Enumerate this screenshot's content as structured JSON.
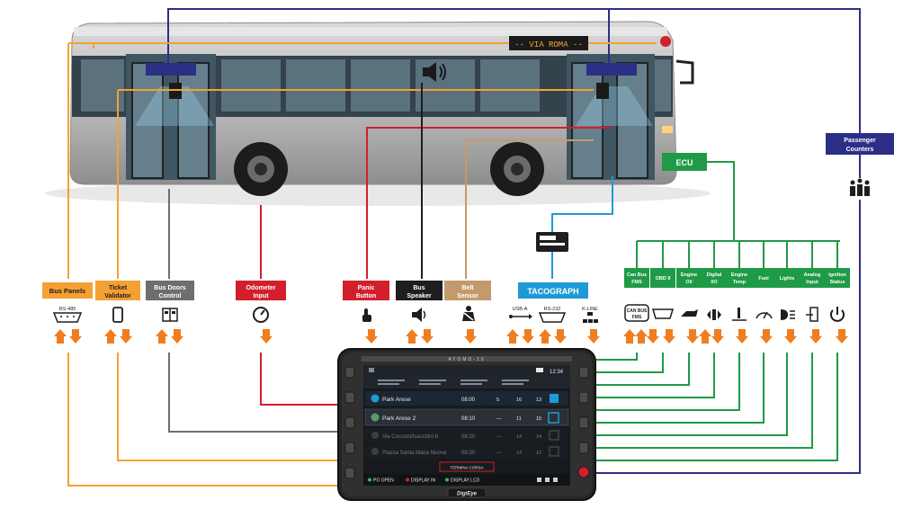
{
  "bus": {
    "destination_sign": "-- VIA ROMA --"
  },
  "labels": {
    "bus_panels": "Bus Panels",
    "ticket_validator": [
      "Ticket",
      "Validator"
    ],
    "bus_doors_control": [
      "Bus Doors",
      "Control"
    ],
    "odometer_input": [
      "Odometer",
      "Input"
    ],
    "panic_button": [
      "Panic",
      "Button"
    ],
    "bus_speaker": [
      "Bus",
      "Speaker"
    ],
    "belt_sensor": [
      "Belt",
      "Sensor"
    ],
    "tacograph": "TACOGRAPH",
    "ecu": "ECU",
    "passenger_counters": [
      "Passenger",
      "Counters"
    ],
    "ecu_items": [
      [
        "Can Bus",
        "FMS"
      ],
      [
        "OBD II"
      ],
      [
        "Engine",
        "Oil"
      ],
      [
        "Digital",
        "I/O"
      ],
      [
        "Engine",
        "Temp"
      ],
      [
        "Fuel"
      ],
      [
        "Lights"
      ],
      [
        "Analog",
        "Input"
      ],
      [
        "Ignition",
        "Status"
      ]
    ]
  },
  "ports": {
    "rs485": "RS-485",
    "usb_a": "USB-A",
    "rs232": "RS-232",
    "kline": "K-LINE",
    "canbus_icon": [
      "CAN BUS",
      "FMS"
    ]
  },
  "device": {
    "brand": "ATOMO-10",
    "logo": "DigiEye",
    "time": "12:34",
    "stops": [
      {
        "name": "Park Arese",
        "time": "08:00",
        "v1": "5",
        "v2": "16",
        "v3": "13",
        "state": "current"
      },
      {
        "name": "Park Arese 2",
        "time": "08:10",
        "v1": "—",
        "v2": "11",
        "v3": "15",
        "state": "next"
      },
      {
        "name": "Via Cocconi/Isacchini 8",
        "time": "08:20",
        "v1": "—",
        "v2": "14",
        "v3": "14",
        "state": "dim"
      },
      {
        "name": "Piazza Santa Maria Nuova",
        "time": "08:30",
        "v1": "—",
        "v2": "14",
        "v3": "12",
        "state": "dim"
      }
    ],
    "end_button": "TERMINA CORSA",
    "status": [
      "PO OPEN",
      "DISPLAY IN",
      "DISPLAY LCD"
    ]
  },
  "colors": {
    "orange": "#f5a033",
    "gray": "#6e6e6e",
    "red": "#d21f2b",
    "black": "#1e1e1e",
    "tan": "#c49a6c",
    "blue": "#1e9ad6",
    "green": "#1f9a46",
    "navy": "#2b2f86",
    "arrow": "#f07d1f"
  }
}
